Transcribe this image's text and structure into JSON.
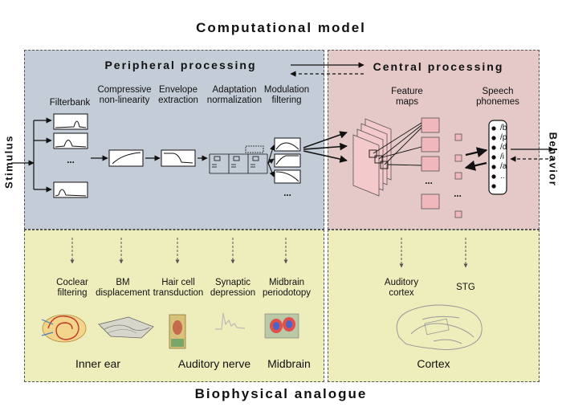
{
  "title": "Computational model",
  "bottom_title": "Biophysical analogue",
  "side": {
    "left": "Stimulus",
    "right": "Behavior"
  },
  "peripheral": {
    "title": "Peripheral processing",
    "stages": [
      "Filterbank",
      "Compressive non-linearity",
      "Envelope extraction",
      "Adaptation normalization",
      "Modulation filtering"
    ],
    "ellipsis": "..."
  },
  "central": {
    "title": "Central processing",
    "stages": [
      "Feature maps",
      "Speech phonemes"
    ],
    "phonemes": [
      "/b",
      "/p",
      "/d",
      "/i",
      "/a",
      ".."
    ]
  },
  "analogue_peripheral": {
    "items": [
      "Coclear filtering",
      "BM displacement",
      "Hair cell transduction",
      "Synaptic depression",
      "Midbrain periodotopy"
    ],
    "regions": [
      "Inner ear",
      "Auditory nerve",
      "Midbrain"
    ]
  },
  "analogue_central": {
    "items": [
      "Auditory cortex",
      "STG"
    ],
    "regions": [
      "Cortex"
    ]
  },
  "colors": {
    "peripheral_bg": "#c3ccd7",
    "central_bg": "#e5c9c9",
    "analogue_bg": "#eeeebc",
    "feature_map": "#f0b8ba"
  }
}
